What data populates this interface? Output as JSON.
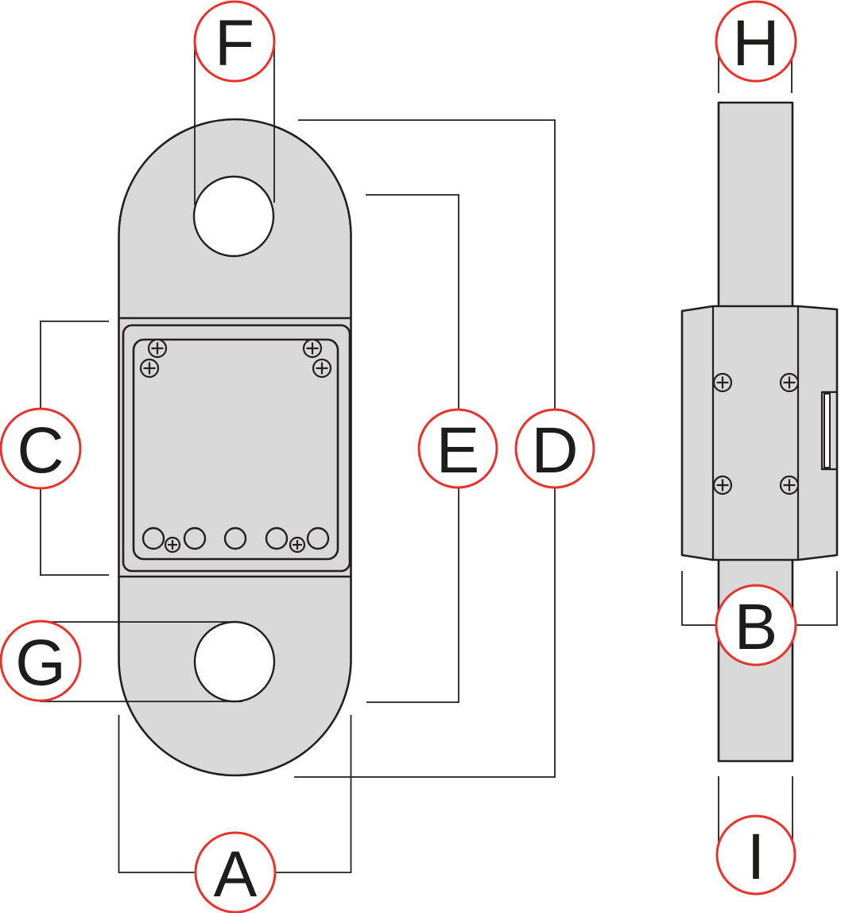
{
  "drawing": {
    "kind": "dimension-diagram",
    "views": [
      {
        "id": "front-view"
      },
      {
        "id": "side-view"
      }
    ],
    "callouts": {
      "a": "A",
      "b": "B",
      "c": "C",
      "d": "D",
      "e": "E",
      "f": "F",
      "g": "G",
      "h": "H",
      "i": "I"
    }
  },
  "icons": {
    "screw": "phillips-screw-icon",
    "button": "round-panel-button"
  },
  "colors": {
    "background": "#ffffff",
    "body_fill": "#d9d9d9",
    "outline": "#231f20",
    "hole_fill": "#ffffff",
    "callout_red": "#e8332b",
    "letter_color": "#1d1d1b"
  }
}
